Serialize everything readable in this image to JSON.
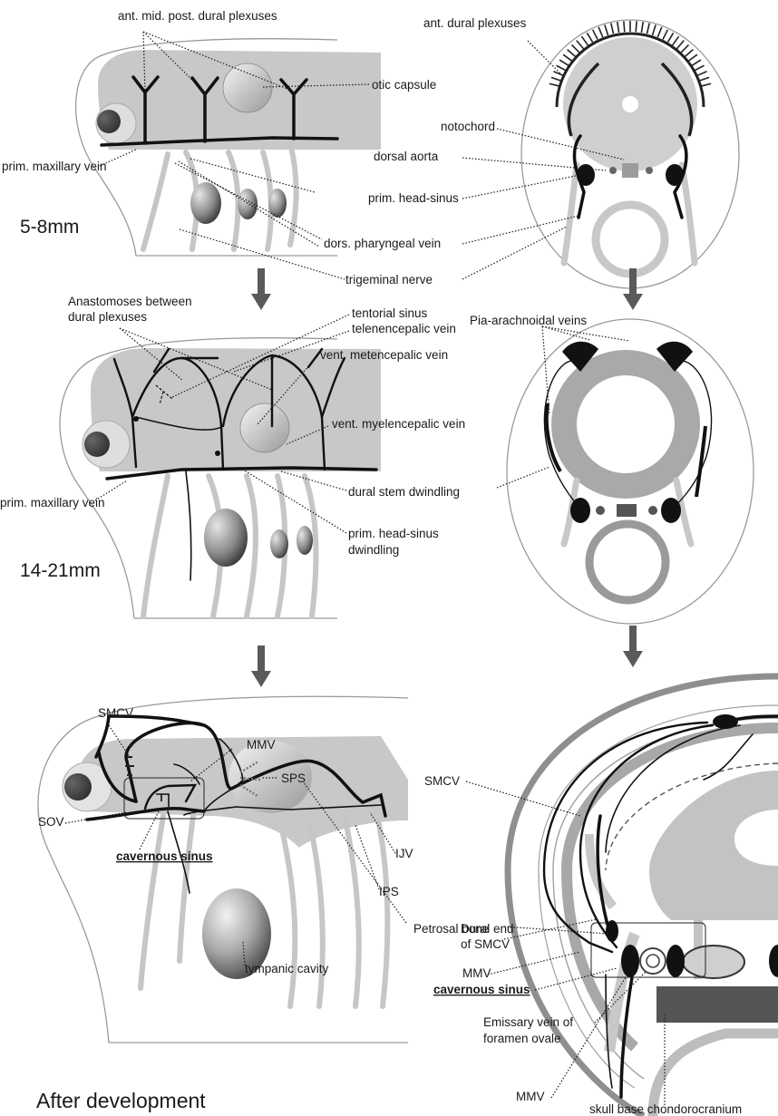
{
  "labels": {
    "ant_mid_post": "ant. mid. post. dural plexuses",
    "ant_dural": "ant. dural plexuses",
    "otic_capsule": "otic capsule",
    "notochord": "notochord",
    "dorsal_aorta": "dorsal aorta",
    "prim_maxillary_1": "prim. maxillary vein",
    "prim_head_sinus": "prim. head-sinus",
    "dors_pharyngeal": "dors. pharyngeal vein",
    "trigeminal": "trigeminal nerve",
    "stage_1": "5-8mm",
    "anastomoses_1": "Anastomoses between",
    "anastomoses_2": "dural plexuses",
    "tentorial_sinus": "tentorial sinus",
    "telencepalic": "telenencepalic vein",
    "pia_arachnoidal": "Pia-arachnoidal veins",
    "vent_metencepalic": "vent. metencepalic vein",
    "vent_myelencepalic": "vent. myelencepalic vein",
    "prim_maxillary_2": "prim. maxillary vein",
    "dural_stem": "dural stem dwindling",
    "head_sinus_dwindling_1": "prim. head-sinus",
    "head_sinus_dwindling_2": "dwindling",
    "stage_2": "14-21mm",
    "smcv_left": "SMCV",
    "mmv_top": "MMV",
    "sps": "SPS",
    "sov": "SOV",
    "ijv": "IJV",
    "ips": "IPS",
    "cavernous_left": "cavernous sinus",
    "petrosal": "Petrosal bone",
    "tympanic": "tympanic cavity",
    "smcv_right": "SMCV",
    "dural_end_1": "Dural end",
    "dural_end_2": "of SMCV",
    "mmv_right": "MMV",
    "cavernous_right": "cavernous sinus",
    "emissary_1": "Emissary vein of",
    "emissary_2": "foramen ovale",
    "mmv_bottom": "MMV",
    "skull_base": "skull base chondorocranium",
    "stage_3": "After development"
  }
}
